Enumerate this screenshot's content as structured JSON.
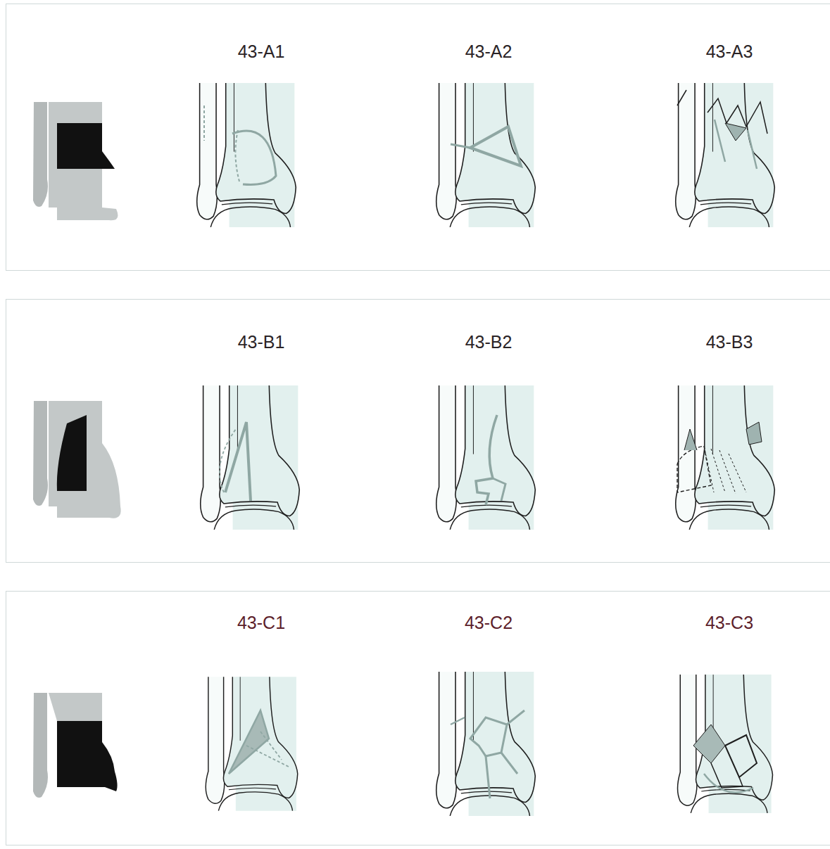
{
  "diagram": {
    "nodes": [
      {
        "text": [
          "43-A1",
          "43-A2",
          "43-A3"
        ]
      },
      {
        "text": [
          "43-B1",
          "43-B2",
          "43-B3"
        ]
      },
      {
        "text": [
          "43-C1",
          "43-C2",
          "43-C3"
        ]
      }
    ]
  }
}
